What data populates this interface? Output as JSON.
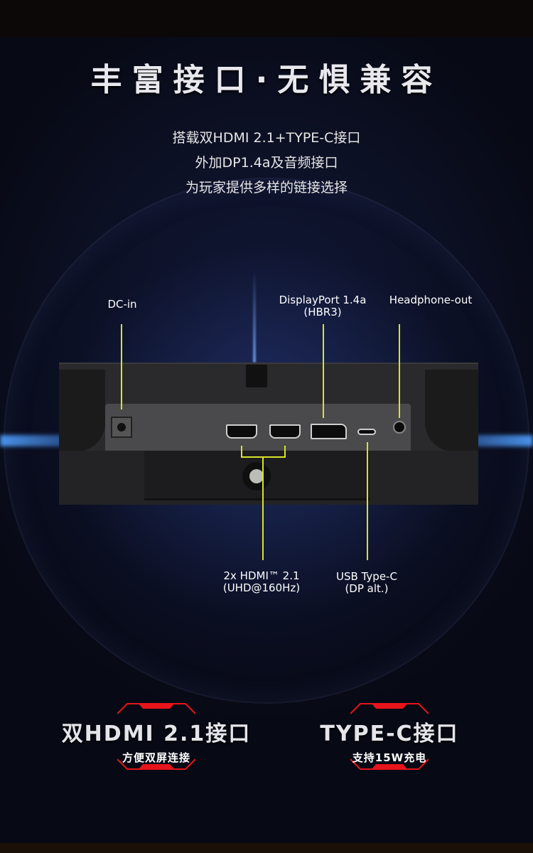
{
  "header": {
    "title": "丰富接口·无惧兼容",
    "subtitle_lines": [
      "搭载双HDMI 2.1+TYPE-C接口",
      "外加DP1.4a及音频接口",
      "为玩家提供多样的链接选择"
    ]
  },
  "ports": {
    "dc_in": "DC-in",
    "displayport": {
      "line1": "DisplayPort 1.4a",
      "line2": "(HBR3)"
    },
    "headphone": "Headphone-out",
    "hdmi": {
      "line1": "2x HDMI™ 2.1",
      "line2": "(UHD@160Hz)"
    },
    "usbc": {
      "line1": "USB Type-C",
      "line2": "(DP alt.)"
    }
  },
  "badges": [
    {
      "title": "双HDMI 2.1接口",
      "subtitle": "方便双屏连接"
    },
    {
      "title": "TYPE-C接口",
      "subtitle": "支持15W充电"
    }
  ],
  "colors": {
    "callout": "#d8e32a",
    "accent": "#e8141b"
  }
}
